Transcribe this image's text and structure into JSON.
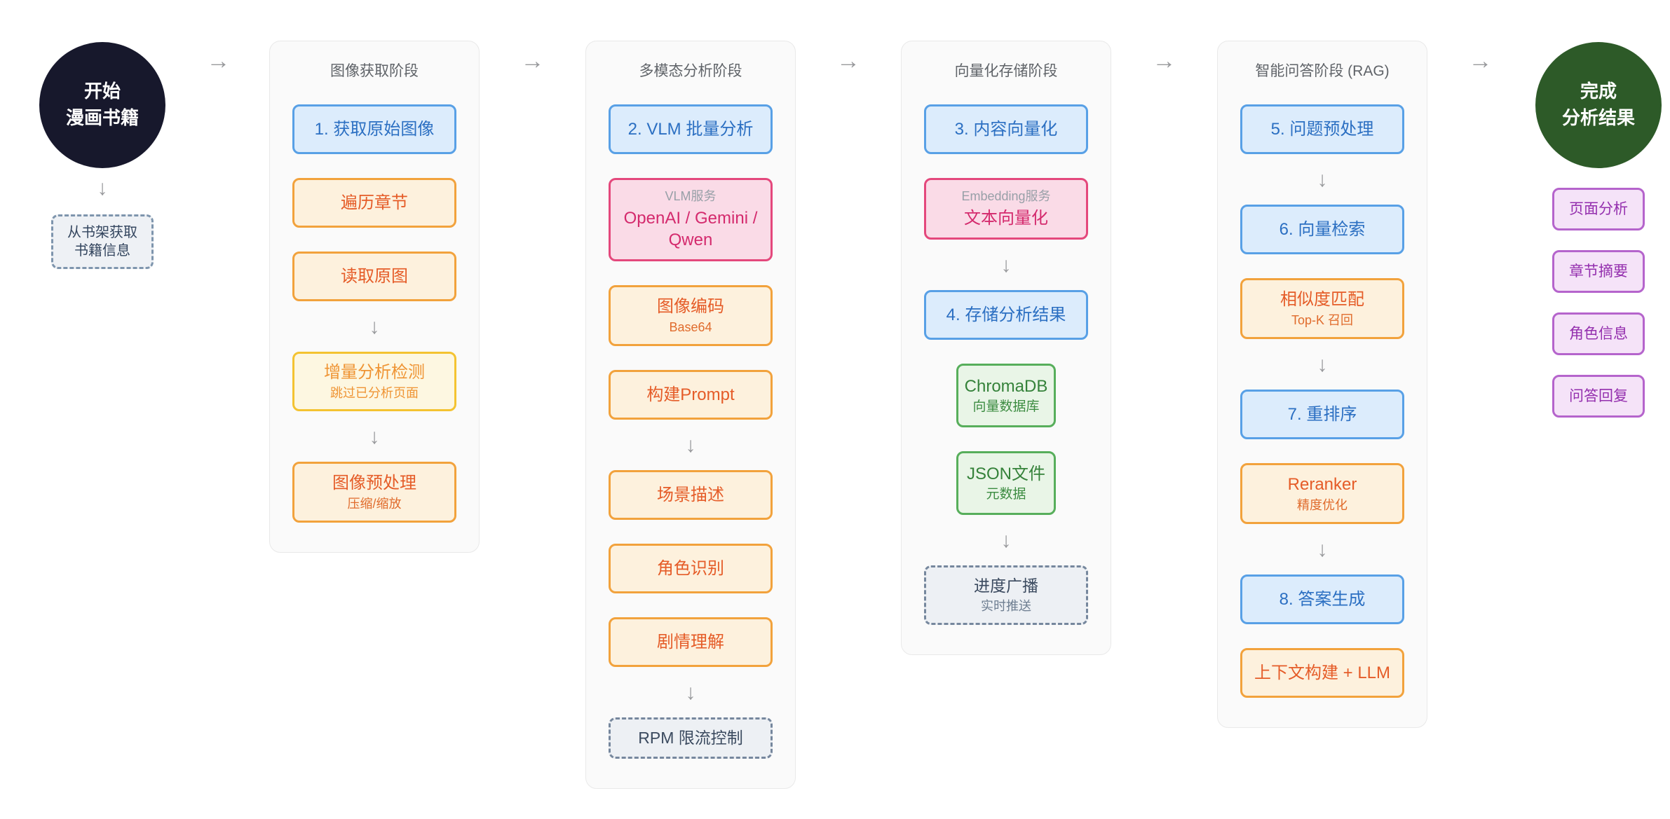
{
  "glyphs": {
    "right_arrow": "→",
    "down_arrow": "↓"
  },
  "start": {
    "title_line1": "开始",
    "title_line2": "漫画书籍",
    "note_line1": "从书架获取",
    "note_line2": "书籍信息"
  },
  "end": {
    "title_line1": "完成",
    "title_line2": "分析结果",
    "outputs": [
      {
        "label": "页面分析"
      },
      {
        "label": "章节摘要"
      },
      {
        "label": "角色信息"
      },
      {
        "label": "问答回复"
      }
    ]
  },
  "stages": [
    {
      "title": "图像获取阶段",
      "nodes": [
        {
          "title": "1. 获取原始图像"
        },
        {
          "title": "遍历章节"
        },
        {
          "title": "读取原图"
        },
        {
          "title": "增量分析检测",
          "subtitle": "跳过已分析页面"
        },
        {
          "title": "图像预处理",
          "subtitle": "压缩/缩放"
        }
      ]
    },
    {
      "title": "多模态分析阶段",
      "nodes": [
        {
          "title": "2. VLM 批量分析"
        },
        {
          "label": "VLM服务",
          "title": "OpenAI / Gemini / Qwen"
        },
        {
          "title": "图像编码",
          "subtitle": "Base64"
        },
        {
          "title": "构建Prompt"
        },
        {
          "title": "场景描述"
        },
        {
          "title": "角色识别"
        },
        {
          "title": "剧情理解"
        },
        {
          "title": "RPM 限流控制"
        }
      ]
    },
    {
      "title": "向量化存储阶段",
      "nodes": [
        {
          "title": "3. 内容向量化"
        },
        {
          "label": "Embedding服务",
          "title": "文本向量化"
        },
        {
          "title": "4. 存储分析结果"
        },
        {
          "title": "ChromaDB",
          "subtitle": "向量数据库"
        },
        {
          "title": "JSON文件",
          "subtitle": "元数据"
        },
        {
          "title": "进度广播",
          "subtitle": "实时推送"
        }
      ]
    },
    {
      "title": "智能问答阶段 (RAG)",
      "nodes": [
        {
          "title": "5. 问题预处理"
        },
        {
          "title": "6. 向量检索"
        },
        {
          "title": "相似度匹配",
          "subtitle": "Top-K 召回"
        },
        {
          "title": "7. 重排序"
        },
        {
          "title": "Reranker",
          "subtitle": "精度优化"
        },
        {
          "title": "8. 答案生成"
        },
        {
          "title": "上下文构建 + LLM"
        }
      ]
    }
  ],
  "colors": {
    "start_circle": "#17182c",
    "end_circle": "#2d5a28",
    "blue_border": "#58a0e6",
    "blue_fill": "#dcecfc",
    "blue_text": "#2b6fc2",
    "orange_border": "#f2a23c",
    "orange_fill": "#fdf1dd",
    "orange_text": "#e55c28",
    "yellow_border": "#f4c331",
    "yellow_text": "#ef9434",
    "pink_border": "#e4487c",
    "pink_fill": "#fadbe7",
    "pink_text": "#d42a6d",
    "green_border": "#57ae5b",
    "green_text": "#35823a",
    "slate_dashed_border": "#76879d",
    "purple_border": "#b564cc",
    "purple_text": "#942fae",
    "panel_bg": "#fafafa",
    "arrow_gray": "#98999c"
  }
}
